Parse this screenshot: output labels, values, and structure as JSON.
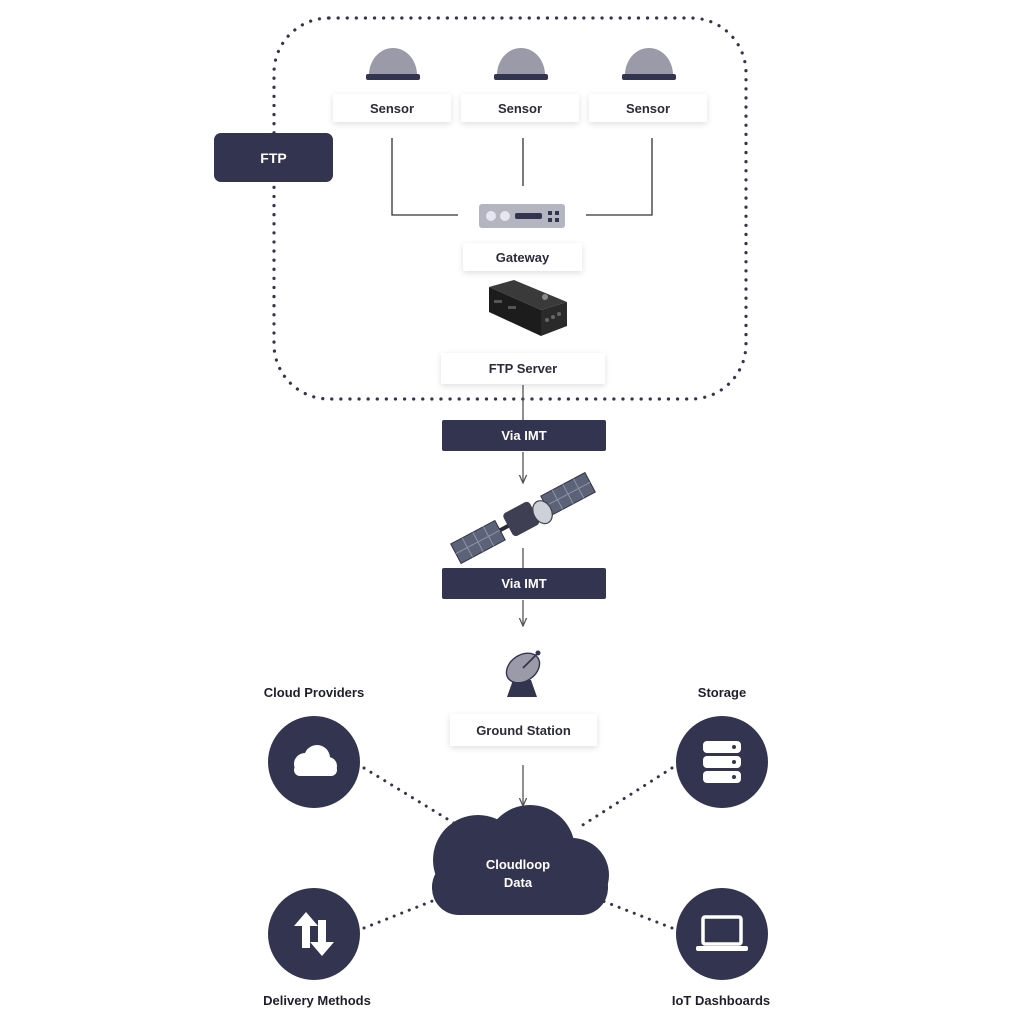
{
  "group": {
    "label": "FTP"
  },
  "sensors": [
    {
      "label": "Sensor"
    },
    {
      "label": "Sensor"
    },
    {
      "label": "Sensor"
    }
  ],
  "gateway": {
    "label": "Gateway"
  },
  "ftp_server": {
    "label": "FTP Server"
  },
  "link_1": {
    "label": "Via IMT"
  },
  "link_2": {
    "label": "Via IMT"
  },
  "ground_station": {
    "label": "Ground Station"
  },
  "cloudloop": {
    "line1": "Cloudloop",
    "line2": "Data"
  },
  "endpoints": {
    "cloud_providers": {
      "label": "Cloud Providers",
      "icon": "cloud-icon"
    },
    "storage": {
      "label": "Storage",
      "icon": "database-icon"
    },
    "delivery_methods": {
      "label": "Delivery Methods",
      "icon": "up-down-arrows-icon"
    },
    "iot_dashboards": {
      "label": "IoT Dashboards",
      "icon": "laptop-icon"
    }
  },
  "colors": {
    "primary": "#33344f",
    "device_grey": "#9a9aa8",
    "connector": "#555555"
  }
}
